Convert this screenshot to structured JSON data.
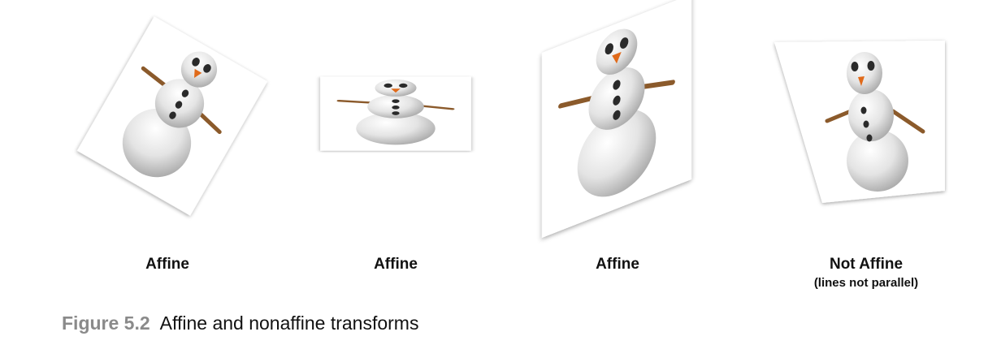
{
  "figure": {
    "number": "Figure 5.2",
    "caption": "Affine and nonaffine transforms"
  },
  "panels": [
    {
      "label": "Affine",
      "sublabel": ""
    },
    {
      "label": "Affine",
      "sublabel": ""
    },
    {
      "label": "Affine",
      "sublabel": ""
    },
    {
      "label": "Not Affine",
      "sublabel": "(lines not parallel)"
    }
  ]
}
